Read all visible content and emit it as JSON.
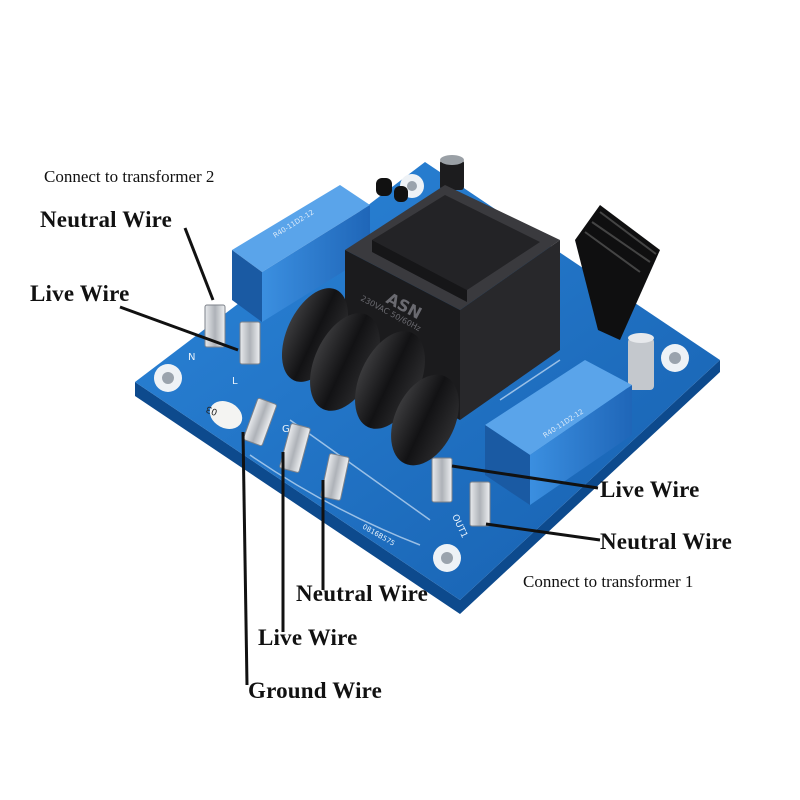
{
  "labels": {
    "transformer2": "Connect to transformer 2",
    "transformer1": "Connect to transformer 1",
    "neutral_top": "Neutral Wire",
    "live_top": "Live Wire",
    "live_right": "Live Wire",
    "neutral_right": "Neutral Wire",
    "neutral_bottom": "Neutral Wire",
    "live_bottom": "Live Wire",
    "ground_bottom": "Ground Wire"
  },
  "board_marks": {
    "transformer_brand": "ASN",
    "transformer_rating": "230VAC 50/60Hz",
    "relay_left_code": "R40-11D2-12",
    "relay_right_code": "R40-11D2-12",
    "fuse_text": "03",
    "terminal_n": "N",
    "terminal_l": "L",
    "terminal_g": "G",
    "out1": "OUT1",
    "serial": "0816B575"
  },
  "colors": {
    "board": "#1f73c7",
    "board_edge": "#0f4f94",
    "relay": "#2a7fd6",
    "transformer": "#1e1e20",
    "coil": "#2a2a2a",
    "terminal": "#c9ccd0"
  }
}
